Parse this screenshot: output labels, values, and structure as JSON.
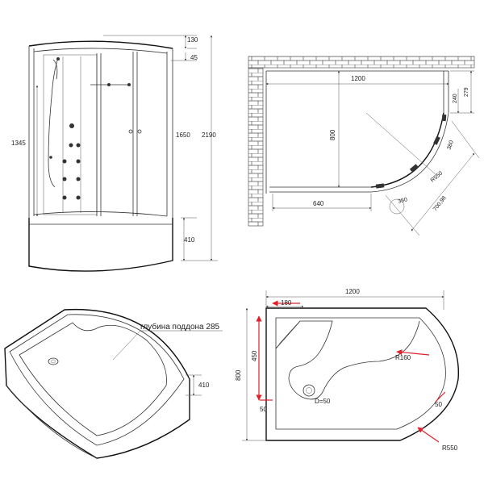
{
  "front_view": {
    "dims": {
      "top_cap": "130",
      "top_gap": "45",
      "glass_height": "1650",
      "total_height": "2190",
      "mixer_height": "1345",
      "tray_height": "410"
    },
    "colors": {
      "line": "#333333"
    }
  },
  "plan_view": {
    "dims": {
      "width": "1200",
      "depth": "800",
      "door_width": "640",
      "side_top": "279",
      "side_small": "240",
      "arc_a": "380",
      "arc_b": "R550",
      "arc_c": "380",
      "diagonal": "700,98"
    },
    "colors": {
      "brick": "#555555"
    }
  },
  "tray_3d": {
    "depth_label": "глубина поддона 285",
    "height_dim": "410"
  },
  "tray_plan": {
    "dims": {
      "width": "1200",
      "seat_width": "180",
      "seat_depth": "450",
      "depth": "800",
      "margin_left": "50",
      "margin_right": "50",
      "drain": "D=50",
      "inner_radius": "R160",
      "outer_radius": "R550"
    },
    "colors": {
      "arrow": "#e0202a"
    }
  }
}
